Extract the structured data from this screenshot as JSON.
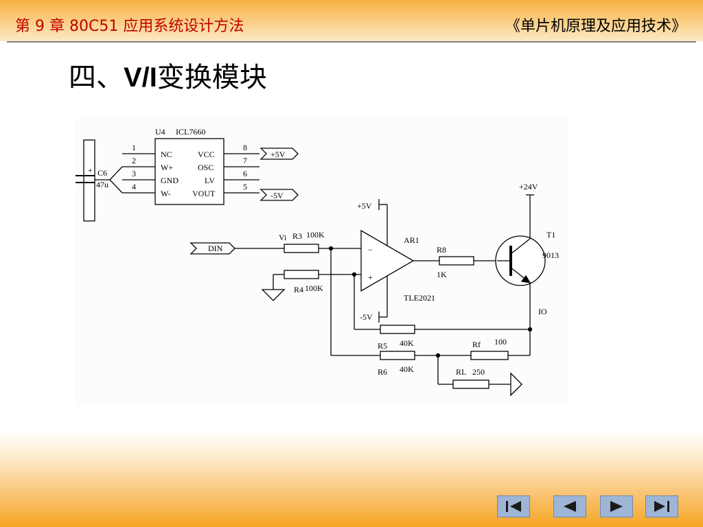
{
  "header": {
    "chapter": "第 9 章  80C51 应用系统设计方法",
    "book": "《单片机原理及应用技术》"
  },
  "slide": {
    "title_prefix": "四、",
    "title_bold": "V/I",
    "title_suffix": "变换模块"
  },
  "circuit": {
    "u4": {
      "ref": "U4",
      "part": "ICL7660",
      "pin_numbers": [
        "1",
        "2",
        "3",
        "4",
        "8",
        "7",
        "6",
        "5"
      ],
      "pin_names": [
        "NC",
        "W+",
        "GND",
        "W-",
        "VCC",
        "OSC",
        "LV",
        "VOUT"
      ]
    },
    "c6": {
      "ref": "C6",
      "value": "47u",
      "polarity": "+"
    },
    "ports": {
      "p5v": "+5V",
      "n5v": "-5V",
      "din": "DIN"
    },
    "amp": {
      "ref": "AR1",
      "part": "TLE2021",
      "minus": "−",
      "plus": "+",
      "supply_pos": "+5V",
      "supply_neg": "-5V"
    },
    "labels": {
      "vi": "Vi",
      "r3": "R3",
      "r3_val": "100K",
      "r4": "R4",
      "r4_val": "100K",
      "r8": "R8",
      "r8_val": "1K",
      "t1": "T1",
      "t1_part": "9013",
      "p24v": "+24V",
      "io": "IO",
      "r5": "R5",
      "r5_val": "40K",
      "r6": "R6",
      "r6_val": "40K",
      "rf": "Rf",
      "rf_val": "100",
      "rl": "RL",
      "rl_val": "250"
    }
  },
  "nav": {
    "colors": {
      "button_face": "#9fb5d6",
      "glyph": "#1a1a1a"
    },
    "icons": [
      "first-slide-icon",
      "prev-slide-icon",
      "next-slide-icon",
      "last-slide-icon"
    ]
  }
}
